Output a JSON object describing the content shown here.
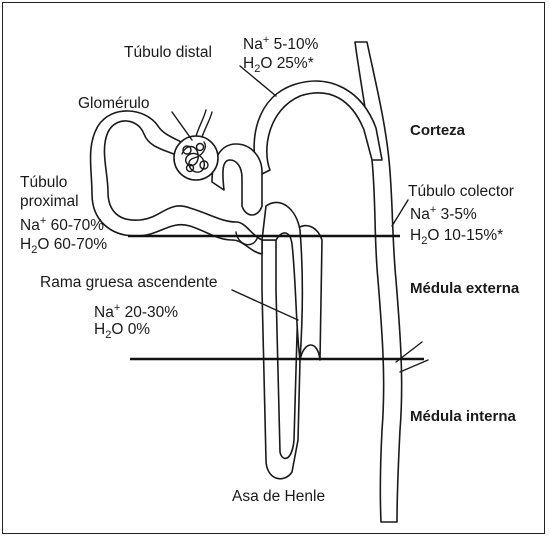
{
  "labels": {
    "tubulo_distal": "Túbulo distal",
    "glomerulo": "Glomérulo",
    "tubulo_proximal_1": "Túbulo",
    "tubulo_proximal_2": "proximal",
    "tubulo_colector": "Túbulo colector",
    "rama_gruesa": "Rama gruesa ascendente",
    "asa_de_henle": "Asa de Henle"
  },
  "zones": {
    "corteza": "Corteza",
    "medula_externa": "Médula externa",
    "medula_interna": "Médula interna"
  },
  "reabsorption": {
    "distal": {
      "na_prefix": "Na",
      "na_sup": "+",
      "na_value": " 5-10%",
      "h_prefix": "H",
      "h_sub": "2",
      "h_value": "O 25%*"
    },
    "proximal": {
      "na_prefix": "Na",
      "na_sup": "+",
      "na_value": " 60-70%",
      "h_prefix": "H",
      "h_sub": "2",
      "h_value": "O 60-70%"
    },
    "colector": {
      "na_prefix": "Na",
      "na_sup": "+",
      "na_value": " 3-5%",
      "h_prefix": "H",
      "h_sub": "2",
      "h_value": "O 10-15%*"
    },
    "ascendente": {
      "na_prefix": "Na",
      "na_sup": "+",
      "na_value": " 20-30%",
      "h_prefix": "H",
      "h_sub": "2",
      "h_value": "O  0%"
    }
  }
}
